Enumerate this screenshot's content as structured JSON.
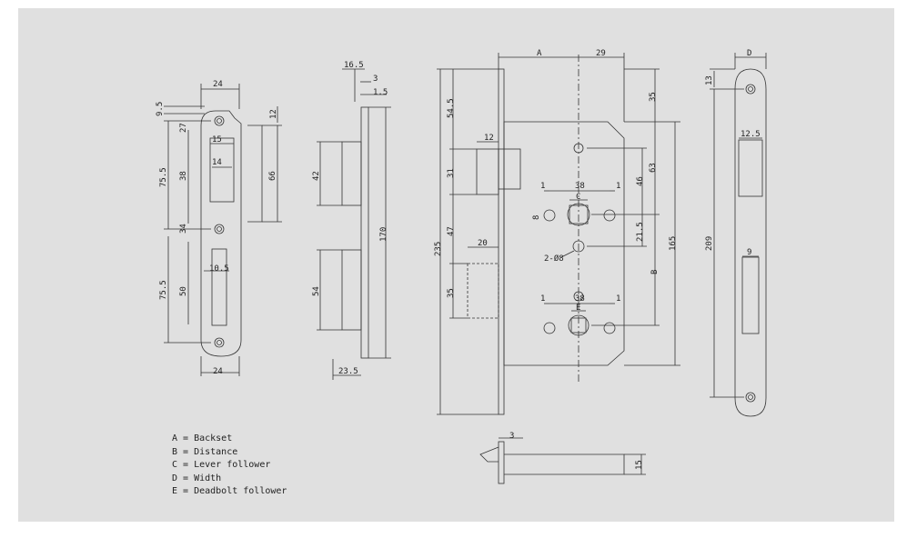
{
  "strike_plate": {
    "top_width": "24",
    "bottom_width": "24",
    "top_offset": "9.5",
    "right_top": "12",
    "hole_to_slot": "27",
    "upper_pitch": "75.5",
    "latch_slot_height": "38",
    "latch_slot_width": "15",
    "latch_slot_inner": "14",
    "right_height": "66",
    "mid_gap": "34",
    "lower_pitch": "75.5",
    "bolt_slot_height": "50",
    "bolt_slot_width": "10.5"
  },
  "side_view": {
    "thickness": "16.5",
    "plate_thickness": "3",
    "lip": "1.5",
    "latch_height": "42",
    "plate_length": "170",
    "bolt_height": "54",
    "bolt_depth": "23.5"
  },
  "lock_body": {
    "backset": "A",
    "handle_offset": "29",
    "top_to_latch": "54.5",
    "right_top": "35",
    "latch_projection": "12",
    "latch_height": "31",
    "gap": "47",
    "bolt_projection": "20",
    "bolt_height": "35",
    "overall_height": "235",
    "spindle_width": "38",
    "lever_follower": "C",
    "margin_left": "1",
    "margin_right": "1",
    "screw_hole": "8",
    "spindle_to_screw": "46",
    "top_to_spindle": "63",
    "screw_to_key": "21.5",
    "holes": "2-Ø8",
    "body_height": "165",
    "distance": "B",
    "key_width": "38",
    "key_margin_left": "1",
    "key_margin_right": "1",
    "deadbolt_follower": "E"
  },
  "faceplate": {
    "width": "D",
    "top_hole": "13",
    "latch_window": "12.5",
    "hole_pitch": "209",
    "bolt_window": "9"
  },
  "top_view": {
    "plate_thickness": "3",
    "height": "15"
  },
  "legend": [
    "A = Backset",
    "B = Distance",
    "C = Lever follower",
    "D = Width",
    "E = Deadbolt follower"
  ]
}
